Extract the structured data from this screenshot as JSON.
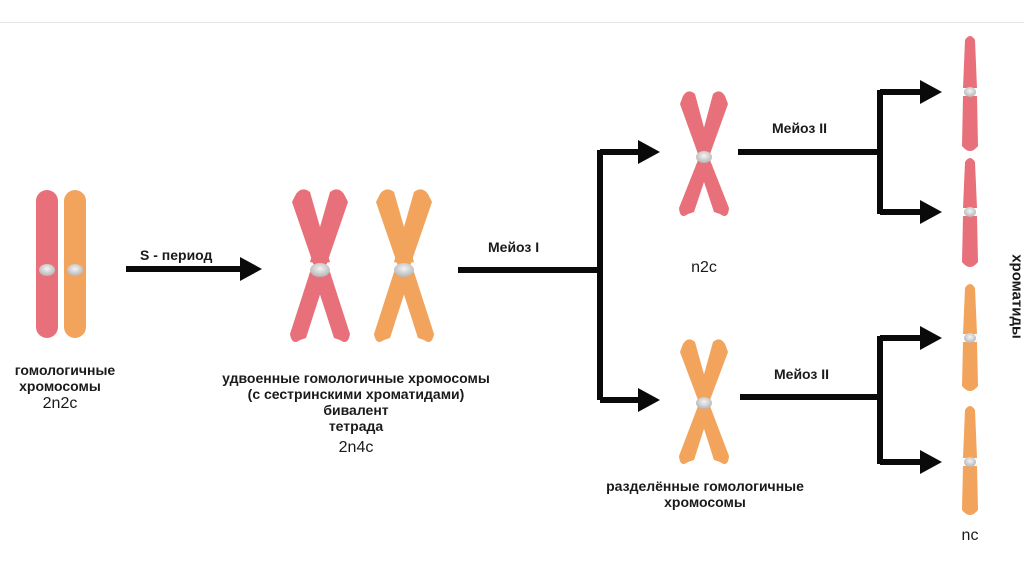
{
  "labels": {
    "s_period": "S - период",
    "meiosis1": "Мейоз I",
    "meiosis2_top": "Мейоз II",
    "meiosis2_bottom": "Мейоз II",
    "homologous_line1": "гомологичные",
    "homologous_line2": "хромосомы",
    "formula_2n2c": "2n2c",
    "doubled_line1": "удвоенные гомологичные хромосомы",
    "doubled_line2": "(с сестринскими хроматидами)",
    "doubled_line3": "бивалент",
    "doubled_line4": "тетрада",
    "formula_2n4c": "2n4c",
    "formula_n2c": "n2c",
    "separated_line1": "разделённые гомологичные",
    "separated_line2": "хромосомы",
    "formula_nc": "nc",
    "chromatids": "хроматиды"
  },
  "colors": {
    "red_chromosome": "#e8707a",
    "orange_chromosome": "#f2a35c",
    "centromere": "#cfcfcf",
    "arrow": "#0a0a0a"
  }
}
